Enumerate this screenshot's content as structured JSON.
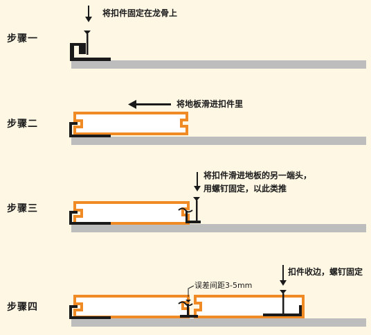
{
  "colors": {
    "background": "#FDF7E4",
    "joist": "#BDBDBD",
    "board_outline": "#F08A24",
    "board_fill": "#FFFFFF",
    "clip": "#1A1A1A"
  },
  "steps": [
    {
      "label": "步骤一",
      "note": "将扣件固定在龙骨上"
    },
    {
      "label": "步骤二",
      "note": "将地板滑进扣件里"
    },
    {
      "label": "步骤三",
      "note_line1": "将扣件滑进地板的另一端头，",
      "note_line2": "用螺钉固定，以此类推"
    },
    {
      "label": "步骤四",
      "note": "扣件收边，螺钉固定",
      "gap_note": "误差间距3-5mm"
    }
  ]
}
